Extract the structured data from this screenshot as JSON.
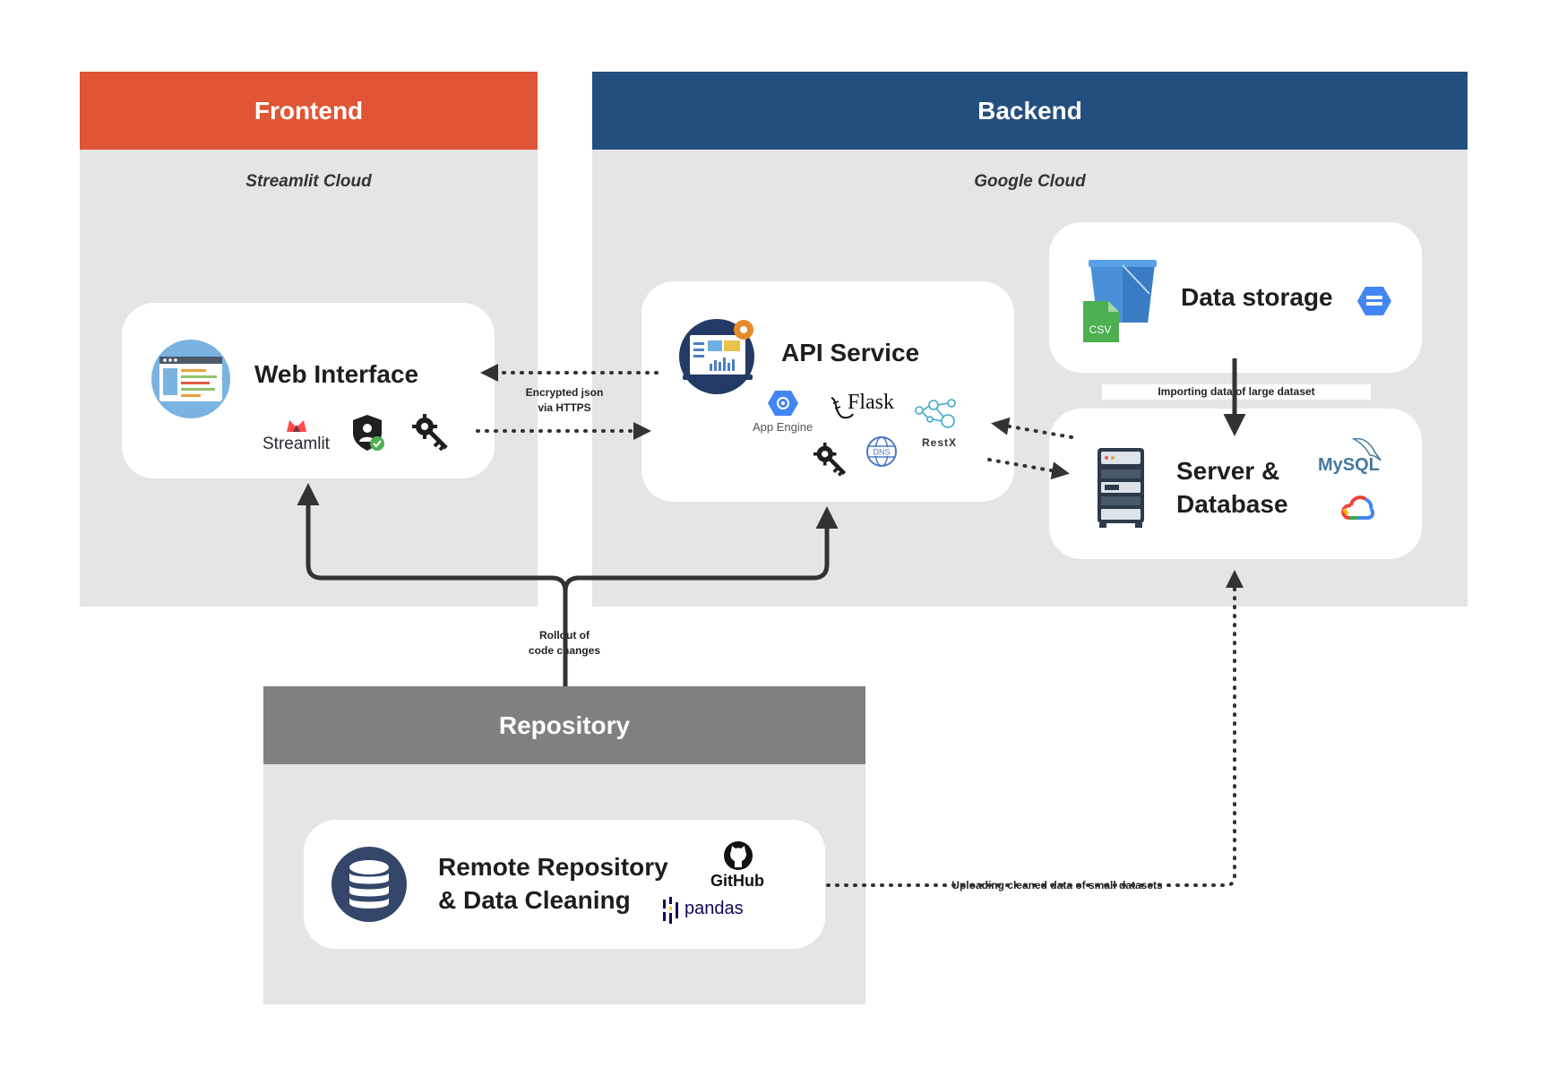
{
  "frontend": {
    "title": "Frontend",
    "subtitle": "Streamlit Cloud"
  },
  "backend": {
    "title": "Backend",
    "subtitle": "Google Cloud"
  },
  "repository": {
    "title": "Repository"
  },
  "web_interface": {
    "title": "Web Interface",
    "logo": "Streamlit"
  },
  "api_service": {
    "title": "API Service",
    "logos": {
      "app_engine": "App Engine",
      "flask": "Flask",
      "restx": "RestX",
      "dns": "DNS"
    }
  },
  "data_storage": {
    "title": "Data storage",
    "csv": "CSV"
  },
  "server_db": {
    "title_line1": "Server &",
    "title_line2": "Database",
    "mysql": "MySQL"
  },
  "remote_repo": {
    "title_line1": "Remote Repository",
    "title_line2": "& Data Cleaning",
    "github": "GitHub",
    "pandas": "pandas"
  },
  "labels": {
    "encrypted_line1": "Encrypted json",
    "encrypted_line2": "via HTTPS",
    "importing": "Importing data of large dataset",
    "rollout_line1": "Rollout of",
    "rollout_line2": "code changes",
    "uploading": "Uploading cleaned data of small datasets"
  },
  "colors": {
    "frontend_header": "#e05535",
    "backend_header": "#234f7f",
    "repository_header": "#808080",
    "panel_bg": "#e5e5e5",
    "arrow": "#333333"
  },
  "icons": [
    "browser-window-icon",
    "streamlit-crown-icon",
    "shield-user-icon",
    "api-key-icon",
    "laptop-dashboard-icon",
    "app-engine-icon",
    "flask-logo-icon",
    "restx-logo-icon",
    "dns-globe-icon",
    "bucket-icon",
    "csv-file-icon",
    "cloud-storage-icon",
    "server-rack-icon",
    "mysql-logo-icon",
    "google-cloud-icon",
    "database-icon",
    "github-icon",
    "pandas-icon"
  ]
}
